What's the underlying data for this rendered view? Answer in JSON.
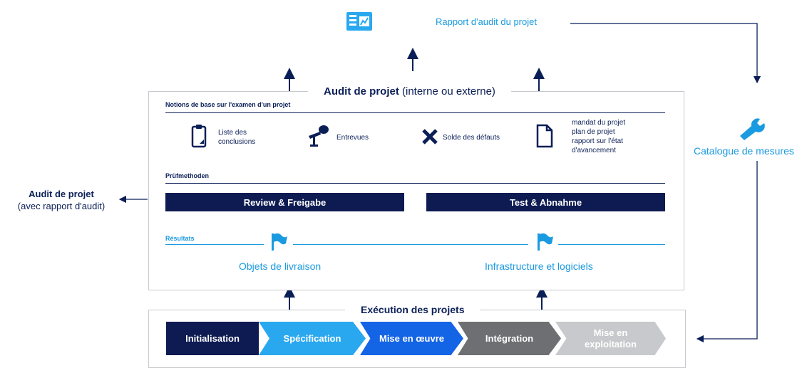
{
  "colors": {
    "navy": "#0e1b52",
    "blue": "#1a9ae0",
    "border": "#c7c9ce"
  },
  "top": {
    "report_icon": "report-document-icon",
    "report_label": "Rapport d'audit du projet"
  },
  "catalogue": {
    "icon": "wrench-icon",
    "label": "Catalogue de mesures"
  },
  "left_output": {
    "title": "Audit de projet",
    "subtitle": "(avec rapport d'audit)"
  },
  "audit": {
    "title_bold": "Audit de projet",
    "title_rest": " (interne ou externe)",
    "basics_heading": "Notions de base sur l'examen d'un projet",
    "basics": [
      {
        "icon": "clipboard-icon",
        "text": "Liste des\nconclusions"
      },
      {
        "icon": "microphone-icon",
        "text": "Entrevues"
      },
      {
        "icon": "cross-icon",
        "text": "Solde des défauts"
      },
      {
        "icon": "document-icon",
        "text": "mandat du projet\nplan de projet\nrapport sur l'état\nd'avancement"
      }
    ],
    "methods_heading": "Prüfmethoden",
    "methods": [
      "Review & Freigabe",
      "Test & Abnahme"
    ],
    "results_heading": "Résultats",
    "results": [
      "Objets de livraison",
      "Infrastructure et logiciels"
    ]
  },
  "execution": {
    "title": "Exécution des projets",
    "phases": [
      {
        "label": "Initialisation",
        "color": "#0e1b52",
        "text_color": "#ffffff"
      },
      {
        "label": "Spécification",
        "color": "#29a8f0",
        "text_color": "#ffffff"
      },
      {
        "label": "Mise en œuvre",
        "color": "#1464e6",
        "text_color": "#ffffff"
      },
      {
        "label": "Intégration",
        "color": "#6e6f73",
        "text_color": "#ffffff"
      },
      {
        "label": "Mise en\nexploitation",
        "color": "#c8c9cc",
        "text_color": "#ffffff"
      }
    ]
  }
}
